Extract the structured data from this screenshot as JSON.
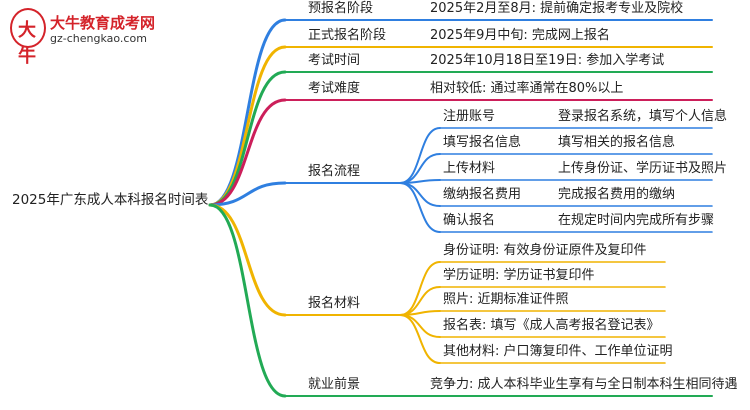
{
  "logo": {
    "name": "大牛教育成考网",
    "url": "gz-chengkao.com",
    "mark": "大牛"
  },
  "root": "2025年广东成人本科报名时间表",
  "branches": [
    {
      "label": "预报名阶段",
      "color": "#2f7fe0",
      "children": [
        {
          "label": "2025年2月至8月: 提前确定报考专业及院校"
        }
      ]
    },
    {
      "label": "正式报名阶段",
      "color": "#f0b400",
      "children": [
        {
          "label": "2025年9月中旬: 完成网上报名"
        }
      ]
    },
    {
      "label": "考试时间",
      "color": "#22aa55",
      "children": [
        {
          "label": "2025年10月18日至19日: 参加入学考试"
        }
      ]
    },
    {
      "label": "考试难度",
      "color": "#cc1f5a",
      "children": [
        {
          "label": "相对较低: 通过率通常在80%以上"
        }
      ]
    },
    {
      "label": "报名流程",
      "color": "#2f7fe0",
      "children": [
        {
          "label": "注册账号",
          "detail": "登录报名系统，填写个人信息"
        },
        {
          "label": "填写报名信息",
          "detail": "填写相关的报名信息"
        },
        {
          "label": "上传材料",
          "detail": "上传身份证、学历证书及照片"
        },
        {
          "label": "缴纳报名费用",
          "detail": "完成报名费用的缴纳"
        },
        {
          "label": "确认报名",
          "detail": "在规定时间内完成所有步骤"
        }
      ]
    },
    {
      "label": "报名材料",
      "color": "#f0b400",
      "children": [
        {
          "label": "身份证明: 有效身份证原件及复印件"
        },
        {
          "label": "学历证明: 学历证书复印件"
        },
        {
          "label": "照片: 近期标准证件照"
        },
        {
          "label": "报名表: 填写《成人高考报名登记表》"
        },
        {
          "label": "其他材料: 户口簿复印件、工作单位证明"
        }
      ]
    },
    {
      "label": "就业前景",
      "color": "#22aa55",
      "children": [
        {
          "label": "竞争力: 成人本科毕业生享有与全日制本科生相同待遇"
        }
      ]
    }
  ]
}
